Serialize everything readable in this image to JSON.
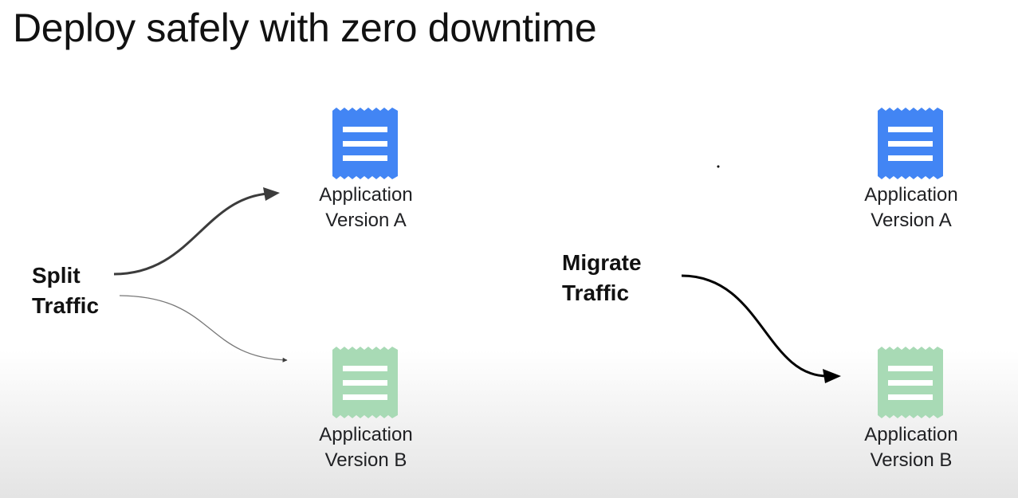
{
  "title": "Deploy safely with zero downtime",
  "colors": {
    "version_a": "#4285f4",
    "version_b": "#a8dab5",
    "icon_lines": "#ffffff"
  },
  "left_panel": {
    "label_line1": "Split",
    "label_line2": "Traffic",
    "app_a": {
      "line1": "Application",
      "line2": "Version A",
      "icon": "document-icon"
    },
    "app_b": {
      "line1": "Application",
      "line2": "Version B",
      "icon": "document-icon"
    }
  },
  "right_panel": {
    "label_line1": "Migrate",
    "label_line2": "Traffic",
    "app_a": {
      "line1": "Application",
      "line2": "Version A",
      "icon": "document-icon"
    },
    "app_b": {
      "line1": "Application",
      "line2": "Version B",
      "icon": "document-icon"
    }
  }
}
